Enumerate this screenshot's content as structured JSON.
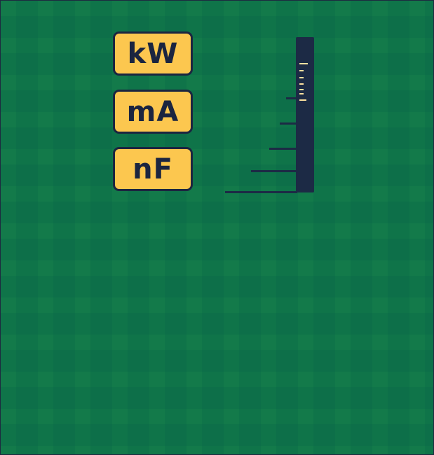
{
  "cards": [
    {
      "label": "kW"
    },
    {
      "label": "mA"
    },
    {
      "label": "nF"
    }
  ],
  "scale": {
    "minor_ticks": 6,
    "shelves": 5
  },
  "colors": {
    "board": "#137a4a",
    "card_fill": "#fcc74f",
    "card_border": "#1b2540",
    "ruler": "#1c2a45",
    "tick": "#fde2a0"
  }
}
